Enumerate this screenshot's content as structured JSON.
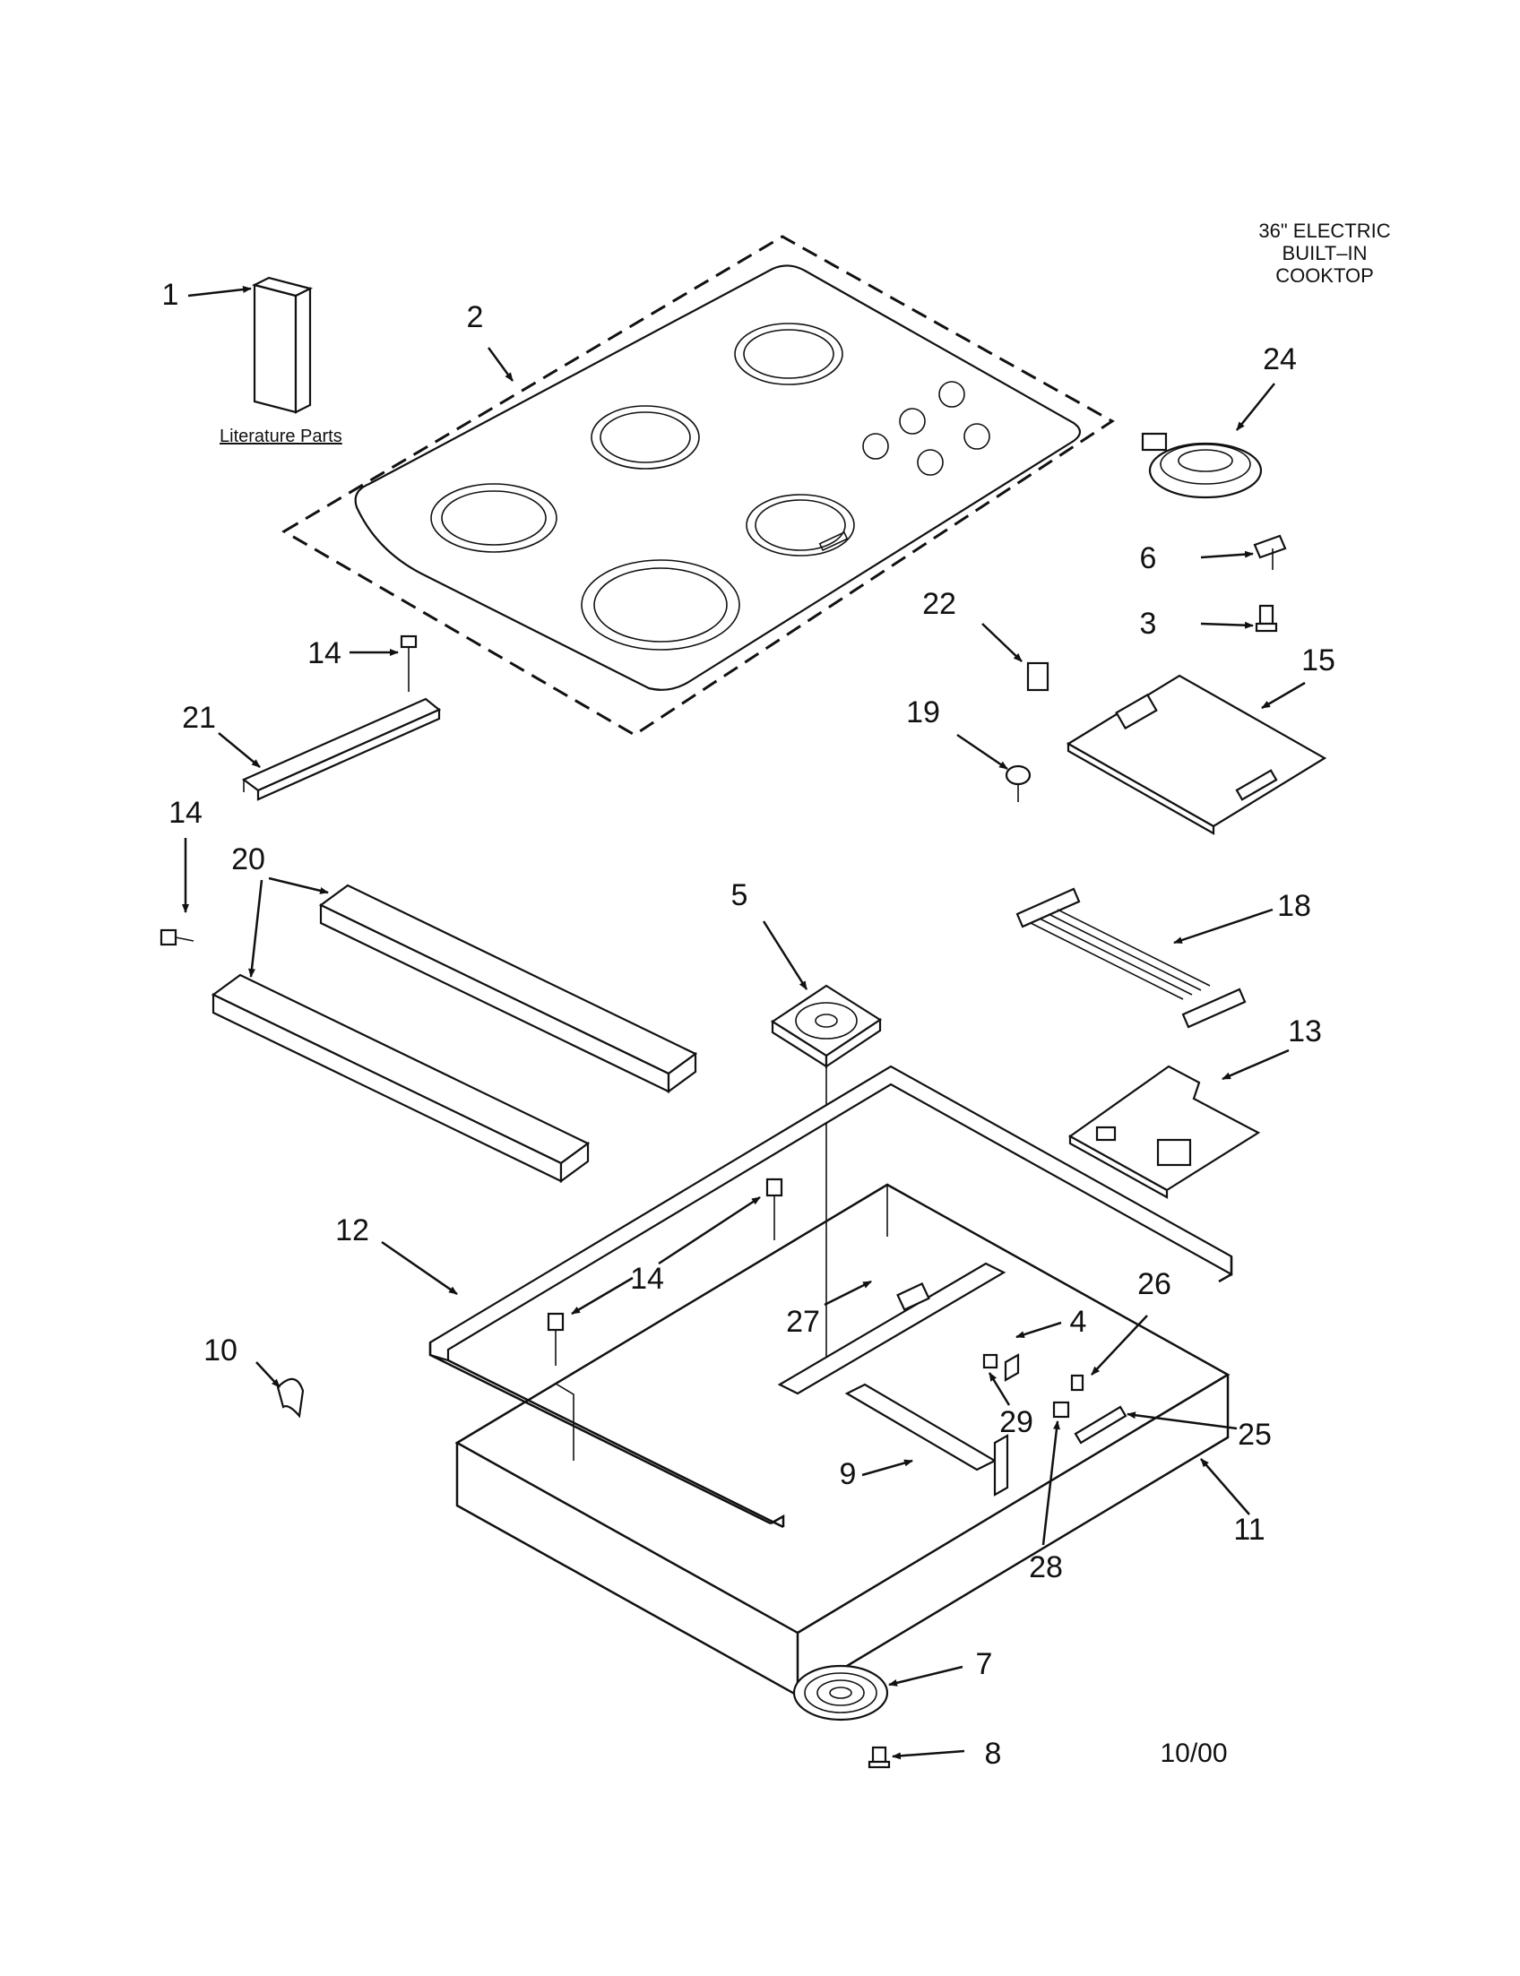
{
  "title": {
    "line1": "36\" ELECTRIC",
    "line2": "BUILT–IN",
    "line3": "COOKTOP"
  },
  "literature_label": "Literature Parts",
  "date_code": "10/00",
  "callouts": [
    {
      "id": "c1",
      "text": "1"
    },
    {
      "id": "c2",
      "text": "2"
    },
    {
      "id": "c24",
      "text": "24"
    },
    {
      "id": "c6",
      "text": "6"
    },
    {
      "id": "c3",
      "text": "3"
    },
    {
      "id": "c22",
      "text": "22"
    },
    {
      "id": "c15",
      "text": "15"
    },
    {
      "id": "c19",
      "text": "19"
    },
    {
      "id": "c14a",
      "text": "14"
    },
    {
      "id": "c21",
      "text": "21"
    },
    {
      "id": "c14b",
      "text": "14"
    },
    {
      "id": "c20",
      "text": "20"
    },
    {
      "id": "c5",
      "text": "5"
    },
    {
      "id": "c18",
      "text": "18"
    },
    {
      "id": "c13",
      "text": "13"
    },
    {
      "id": "c12",
      "text": "12"
    },
    {
      "id": "c14c",
      "text": "14"
    },
    {
      "id": "c26",
      "text": "26"
    },
    {
      "id": "c27",
      "text": "27"
    },
    {
      "id": "c4",
      "text": "4"
    },
    {
      "id": "c10",
      "text": "10"
    },
    {
      "id": "c29",
      "text": "29"
    },
    {
      "id": "c25",
      "text": "25"
    },
    {
      "id": "c9",
      "text": "9"
    },
    {
      "id": "c11",
      "text": "11"
    },
    {
      "id": "c28",
      "text": "28"
    },
    {
      "id": "c7",
      "text": "7"
    },
    {
      "id": "c8",
      "text": "8"
    }
  ]
}
